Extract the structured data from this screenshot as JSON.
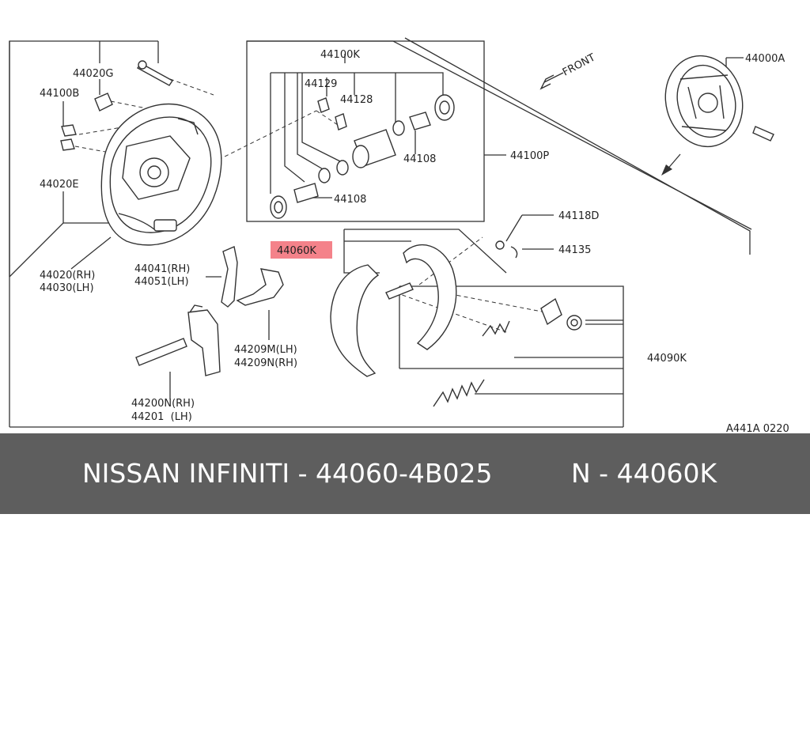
{
  "diagram": {
    "labels": {
      "l_44020g": "44020G",
      "l_44100b": "44100B",
      "l_44020e": "44020E",
      "l_44020rh": "44020(RH)",
      "l_44030lh": "44030(LH)",
      "l_44100k": "44100K",
      "l_44129": "44129",
      "l_44128": "44128",
      "l_44108a": "44108",
      "l_44108b": "44108",
      "l_44100p": "44100P",
      "l_front": "FRONT",
      "l_44000a": "44000A",
      "l_44118d": "44118D",
      "l_44060k": "44060K",
      "l_44135": "44135",
      "l_44041rh": "44041(RH)",
      "l_44051lh": "44051(LH)",
      "l_44209m": "44209M(LH)",
      "l_44209n": "44209N(RH)",
      "l_44090k": "44090K",
      "l_44200n": "44200N(RH)",
      "l_44201": "44201  (LH)",
      "l_code": "A441A 0220"
    },
    "highlight_color": "#f4828a"
  },
  "footer": {
    "brand": "NISSAN INFINITI - 44060-4B025",
    "part": "N - 44060K",
    "background": "#5e5e5e",
    "text_color": "#ffffff"
  }
}
